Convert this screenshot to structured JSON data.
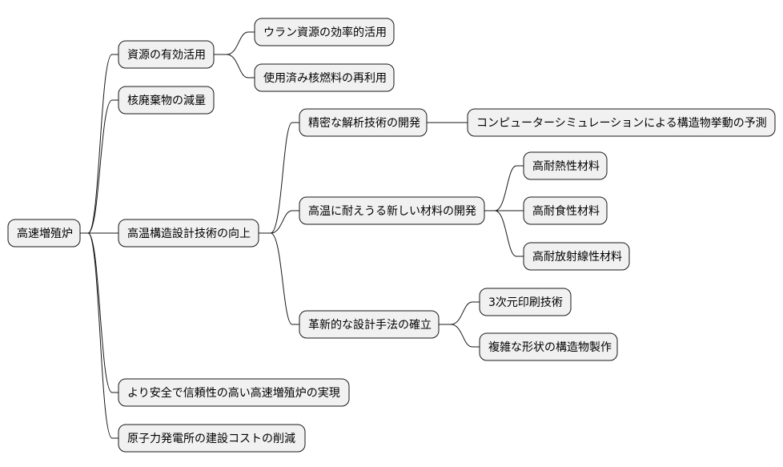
{
  "mindmap": {
    "root": {
      "label": "高速増殖炉",
      "children": [
        {
          "label": "資源の有効活用",
          "children": [
            {
              "label": "ウラン資源の効率的活用"
            },
            {
              "label": "使用済み核燃料の再利用"
            }
          ]
        },
        {
          "label": "核廃棄物の減量"
        },
        {
          "label": "高温構造設計技術の向上",
          "children": [
            {
              "label": "精密な解析技術の開発",
              "children": [
                {
                  "label": "コンピューターシミュレーションによる構造物挙動の予測"
                }
              ]
            },
            {
              "label": "高温に耐えうる新しい材料の開発",
              "children": [
                {
                  "label": "高耐熱性材料"
                },
                {
                  "label": "高耐食性材料"
                },
                {
                  "label": "高耐放射線性材料"
                }
              ]
            },
            {
              "label": "革新的な設計手法の確立",
              "children": [
                {
                  "label": "3次元印刷技術"
                },
                {
                  "label": "複雑な形状の構造物製作"
                }
              ]
            }
          ]
        },
        {
          "label": "より安全で信頼性の高い高速増殖炉の実現"
        },
        {
          "label": "原子力発電所の建設コストの削減"
        }
      ]
    }
  }
}
